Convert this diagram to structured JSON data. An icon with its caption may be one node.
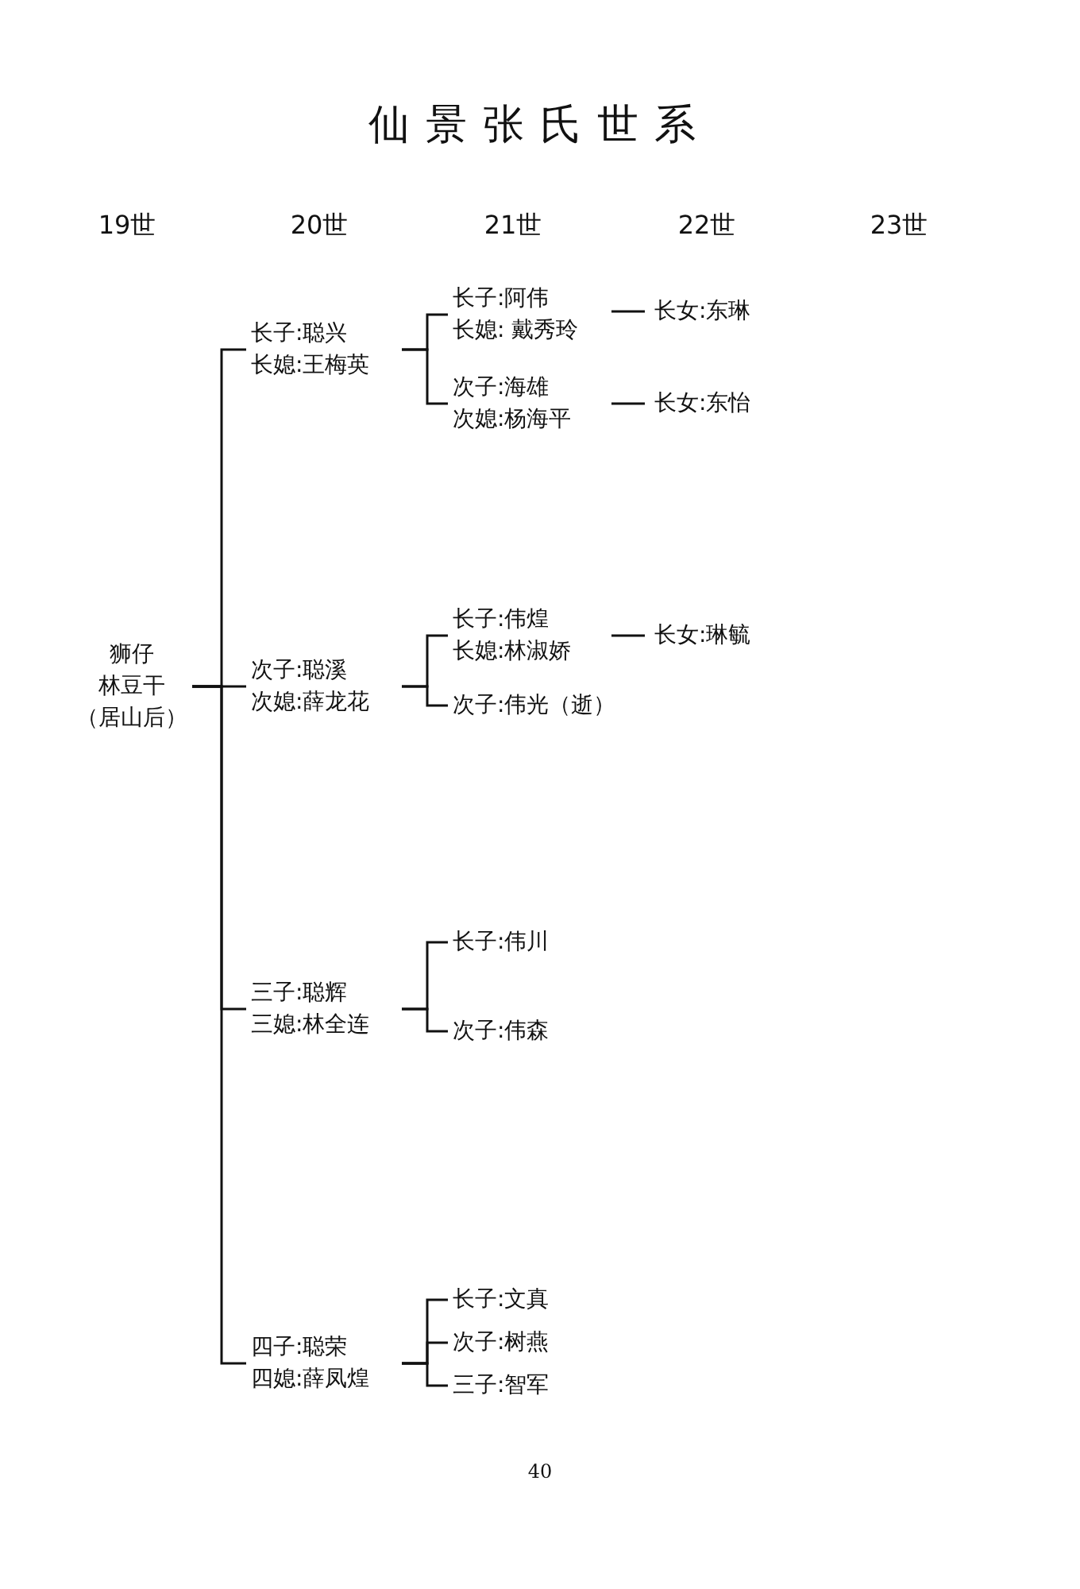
{
  "diagram": {
    "title": "仙景张氏世系",
    "nodes": [
      {
        "text": [
          "狮仔",
          "林豆干",
          "（居山后）"
        ]
      },
      {
        "text": [
          "长子:聪兴",
          "长媳:王梅英"
        ]
      },
      {
        "text": [
          "长子:阿伟",
          "长媳: 戴秀玲"
        ]
      },
      {
        "text": [
          "长女:东琳"
        ]
      },
      {
        "text": [
          "次子:海雄",
          "次媳:杨海平"
        ]
      },
      {
        "text": [
          "长女:东怡"
        ]
      },
      {
        "text": [
          "次子:聪溪",
          "次媳:薛龙花"
        ]
      },
      {
        "text": [
          "长子:伟煌",
          "长媳:林淑娇"
        ]
      },
      {
        "text": [
          "长女:琳毓"
        ]
      },
      {
        "text": [
          "次子:伟光（逝）"
        ]
      },
      {
        "text": [
          "三子:聪辉",
          "三媳:林全连"
        ]
      },
      {
        "text": [
          "长子:伟川"
        ]
      },
      {
        "text": [
          "次子:伟森"
        ]
      },
      {
        "text": [
          "四子:聪荣",
          "四媳:薛凤煌"
        ]
      },
      {
        "text": [
          "长子:文真"
        ]
      },
      {
        "text": [
          "次子:树燕"
        ]
      },
      {
        "text": [
          "三子:智军"
        ]
      }
    ],
    "edges": [
      {
        "from": 0,
        "to": 1,
        "arrow": "none"
      },
      {
        "from": 1,
        "to": 2,
        "arrow": "none"
      },
      {
        "from": 2,
        "to": 3,
        "arrow": "none"
      },
      {
        "from": 1,
        "to": 4,
        "arrow": "none"
      },
      {
        "from": 4,
        "to": 5,
        "arrow": "none"
      },
      {
        "from": 0,
        "to": 6,
        "arrow": "none"
      },
      {
        "from": 6,
        "to": 7,
        "arrow": "none"
      },
      {
        "from": 7,
        "to": 8,
        "arrow": "none"
      },
      {
        "from": 6,
        "to": 9,
        "arrow": "none"
      },
      {
        "from": 0,
        "to": 10,
        "arrow": "none"
      },
      {
        "from": 10,
        "to": 11,
        "arrow": "none"
      },
      {
        "from": 10,
        "to": 12,
        "arrow": "none"
      },
      {
        "from": 0,
        "to": 13,
        "arrow": "none"
      },
      {
        "from": 13,
        "to": 14,
        "arrow": "none"
      },
      {
        "from": 13,
        "to": 15,
        "arrow": "none"
      },
      {
        "from": 13,
        "to": 16,
        "arrow": "none"
      }
    ],
    "labels": [
      "19世",
      "20世",
      "21世",
      "22世",
      "23世",
      "40"
    ]
  }
}
